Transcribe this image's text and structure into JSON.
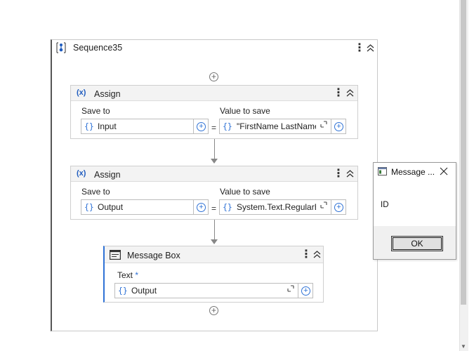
{
  "sequence": {
    "title": "Sequence35"
  },
  "assign1": {
    "title": "Assign",
    "save_to_label": "Save to",
    "value_label": "Value to save",
    "save_to_value": "Input",
    "value": "\"FirstName LastName",
    "equals": "="
  },
  "assign2": {
    "title": "Assign",
    "save_to_label": "Save to",
    "value_label": "Value to save",
    "save_to_value": "Output",
    "value": "System.Text.RegularEx",
    "equals": "="
  },
  "message_box": {
    "title": "Message Box",
    "text_label": "Text",
    "required_marker": "*",
    "text_value": "Output"
  },
  "dialog": {
    "title": "Message ...",
    "body": "ID",
    "ok_label": "OK"
  },
  "glyphs": {
    "brace": "{}",
    "plus": "+",
    "kebab": "⋮",
    "collapse": "⌃"
  },
  "colors": {
    "accent": "#2f72d6",
    "assign_icon": "#1f5cbf"
  }
}
